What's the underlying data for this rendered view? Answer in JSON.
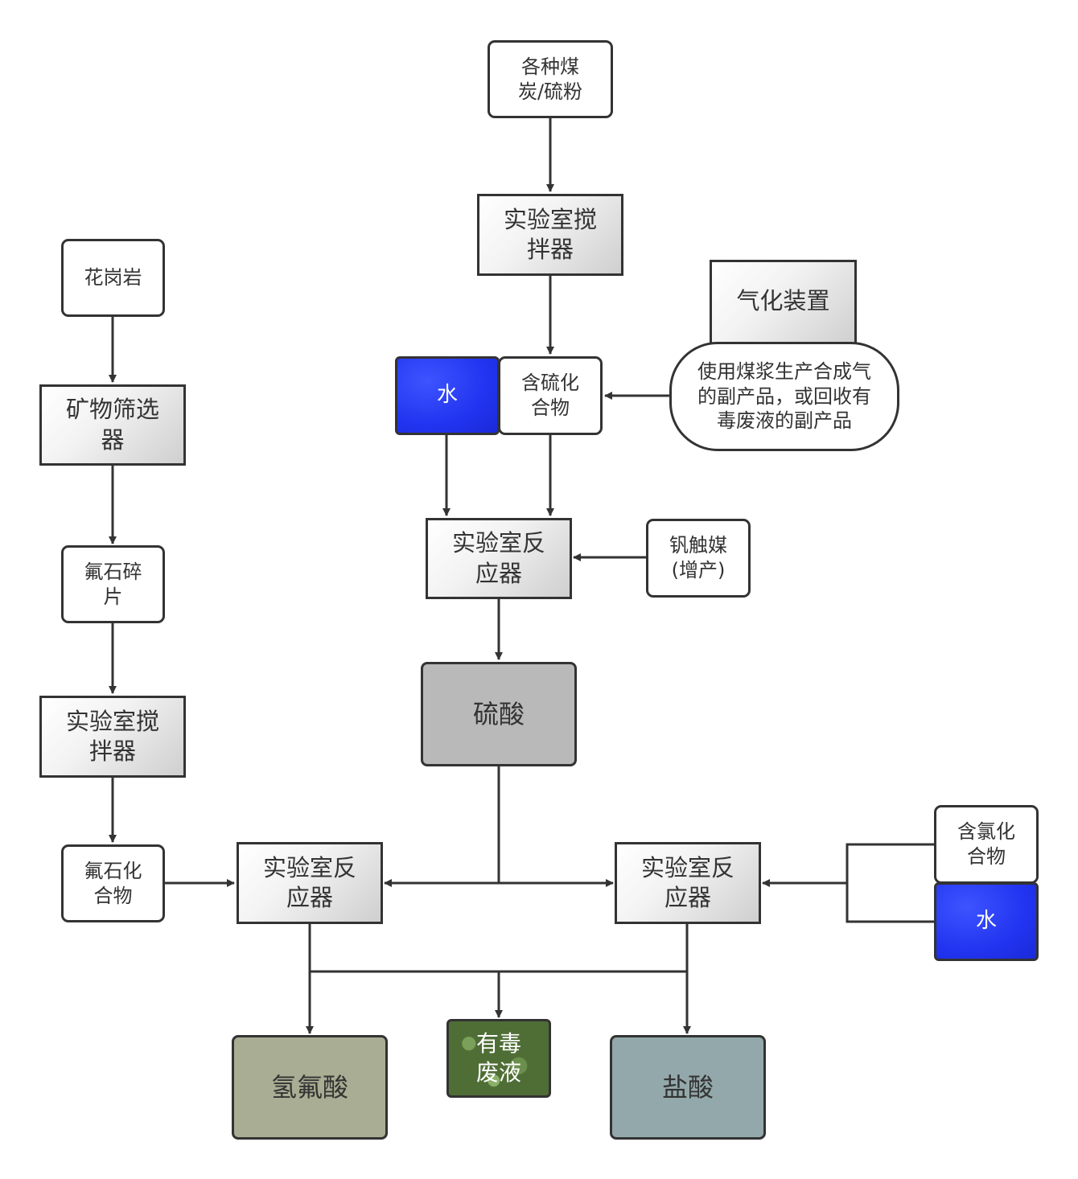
{
  "nodes": {
    "coal_sulfur": "各种煤\n炭/硫粉",
    "mixer_top": "实验室搅\n拌器",
    "gasifier": "气化装置",
    "gasifier_note": "使用煤浆生产合成气\n的副产品，或回收有\n毒废液的副产品",
    "water_top": "水",
    "sulfur_compound": "含硫化\n合物",
    "reactor_top": "实验室反\n应器",
    "vanadium": "钒触媒\n(增产)",
    "sulfuric_acid": "硫酸",
    "granite": "花岗岩",
    "screener": "矿物筛选\n器",
    "fluorite_shard": "氟石碎\n片",
    "mixer_left": "实验室搅\n拌器",
    "fluorite_compound": "氟石化\n合物",
    "reactor_left": "实验室反\n应器",
    "reactor_right": "实验室反\n应器",
    "chlorine_compound": "含氯化\n合物",
    "water_right": "水",
    "hydrofluoric_acid": "氢氟酸",
    "toxic_waste": "有毒\n废液",
    "hydrochloric_acid": "盐酸"
  },
  "colors": {
    "water": "#2234f0",
    "sulfuric_acid": "#b9b9b9",
    "hydrofluoric_acid": "#a9ad93",
    "hydrochloric_acid": "#93a8aa",
    "toxic_waste": "#4f6e36",
    "line": "#333333"
  }
}
